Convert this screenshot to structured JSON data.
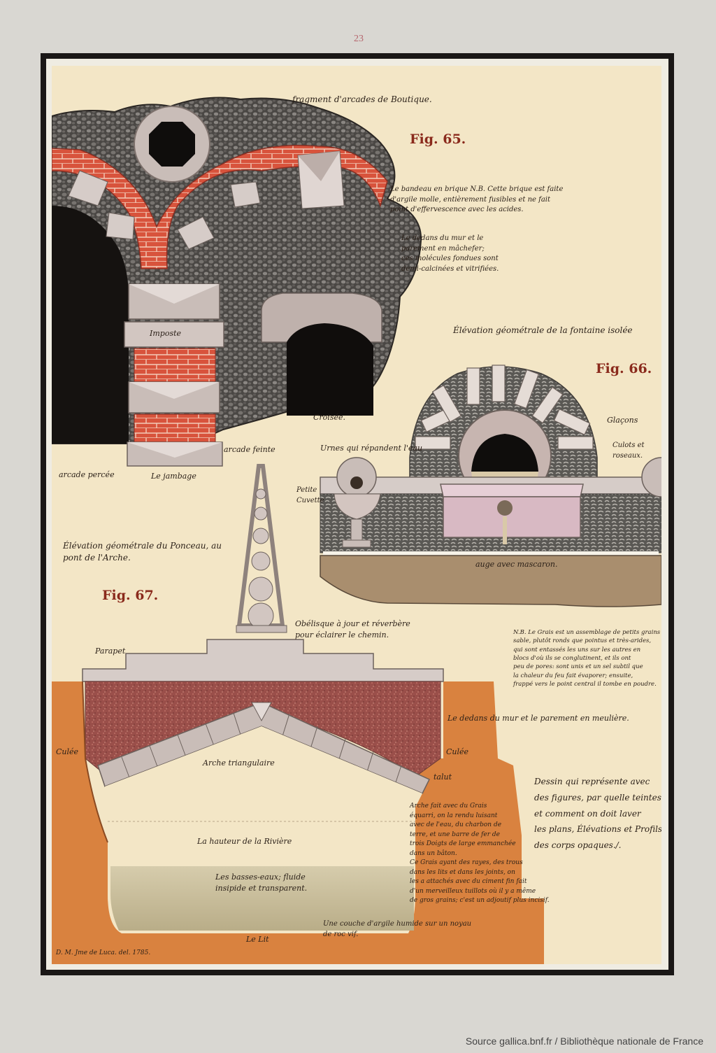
{
  "page_number": "23",
  "title": "fragment d'arcades de Boutique.",
  "fig65": {
    "label": "Fig. 65.",
    "note1": [
      "Le bandeau en brique N.B. Cette brique est faite",
      "d'argile molle, entièrement fusibles et ne fait",
      "point d'effervescence avec les acides."
    ],
    "note2": [
      "Le dedans du mur et le",
      "parement en mâchefer;",
      "ces molécules fondues sont",
      "demi-calcinées et vitrifiées."
    ],
    "imposte": "Imposte",
    "croisee": "Croisée.",
    "arcade_feinte": "arcade feinte",
    "arcade_percee": "arcade percée",
    "jambage": "Le jambage"
  },
  "fig66": {
    "label": "Fig. 66.",
    "title": "Élévation géométrale de la fontaine isolée",
    "glacons": "Glaçons",
    "culots": [
      "Culots et",
      "roseaux."
    ],
    "urnes": "Urnes qui répandent l'eau",
    "cuvette": [
      "Petite",
      "Cuvette"
    ],
    "auge": "auge avec mascaron."
  },
  "fig67": {
    "label": "Fig. 67.",
    "title": [
      "Élévation géométrale du Ponceau, au",
      "pont de l'Arche."
    ],
    "obelisque": [
      "Obélisque à jour et réverbère",
      "pour éclairer le chemin."
    ],
    "parapet": "Parapet",
    "culee_left": "Culée",
    "culee_right": "Culée",
    "talut": "talut",
    "arche": "Arche triangulaire",
    "dedans": "Le dedans du mur et le parement en meulière.",
    "hauteur": "La hauteur de la Rivière",
    "basses_eaux": [
      "Les basses-eaux; fluide",
      "insipide et transparent."
    ],
    "lit": "Le Lit",
    "couche": [
      "Une couche d'argile humide sur un noyau",
      "de roc vif."
    ],
    "arche_note": [
      "Arche fait avec du Grais",
      "équarri, on la rendu luisant",
      "avec de l'eau, du charbon de",
      "terre, et une barre de fer de",
      "trois Doigts de large emmanchée",
      "dans un bâton.",
      "Ce Grais ayant des rayes, des trous",
      "dans les lits et dans les joints, on",
      "les a attachés avec du ciment fin fait",
      "d'un merveilleux tuillots où il y a même",
      "de gros grains; c'est un adjoutif plus incisif."
    ],
    "grais_note": [
      "N.B. Le Grais est un assemblage de petits grains de",
      "sable, plutôt ronds que pointus et très-arides,",
      "qui sont entassés les uns sur les autres en",
      "blocs d'où ils se conglutinent, et ils ont",
      "peu de pores: sont unis et un sel subtil que",
      "la chaleur du feu fait évaporer; ensuite,",
      "frappé vers le point central il tombe en poudre."
    ],
    "signature": "D. M. Jme de Luca. del. 1785."
  },
  "dessin_note": [
    "Dessin qui représente avec",
    "des figures, par quelle teintes",
    "et comment on doit laver",
    "les plans, Élévations et Profils",
    "des corps opaques./."
  ],
  "footer": "Source gallica.bnf.fr / Bibliothèque nationale de France",
  "colors": {
    "paper": "#f3e6c6",
    "brick": "#d8533c",
    "stone": "#c9bdb8",
    "rubble": "#4a4744",
    "earth": "#d9823f",
    "fill": "#9a4f4a",
    "water": "#c9bf9a"
  }
}
